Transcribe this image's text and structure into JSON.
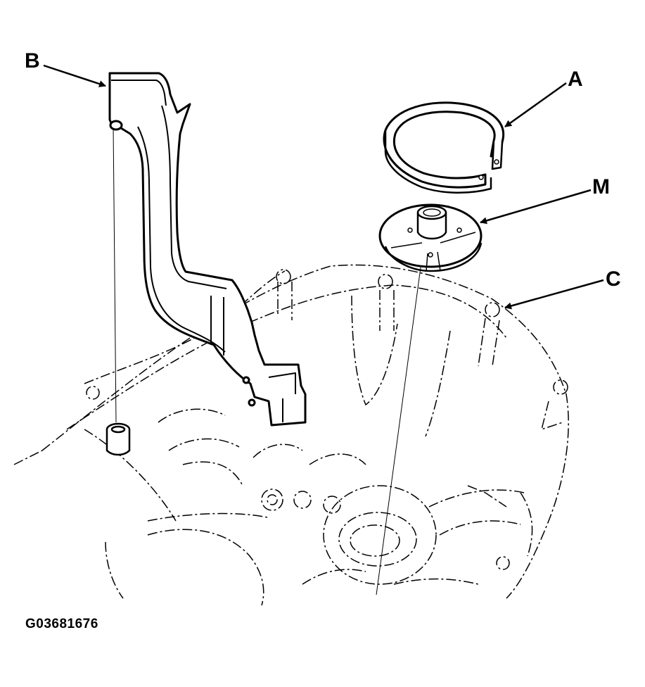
{
  "callouts": {
    "a": "A",
    "b": "B",
    "c": "C",
    "m": "M"
  },
  "figure_id": "G03681676",
  "colors": {
    "line": "#000000",
    "background": "#ffffff",
    "part_fill": "#ffffff"
  }
}
